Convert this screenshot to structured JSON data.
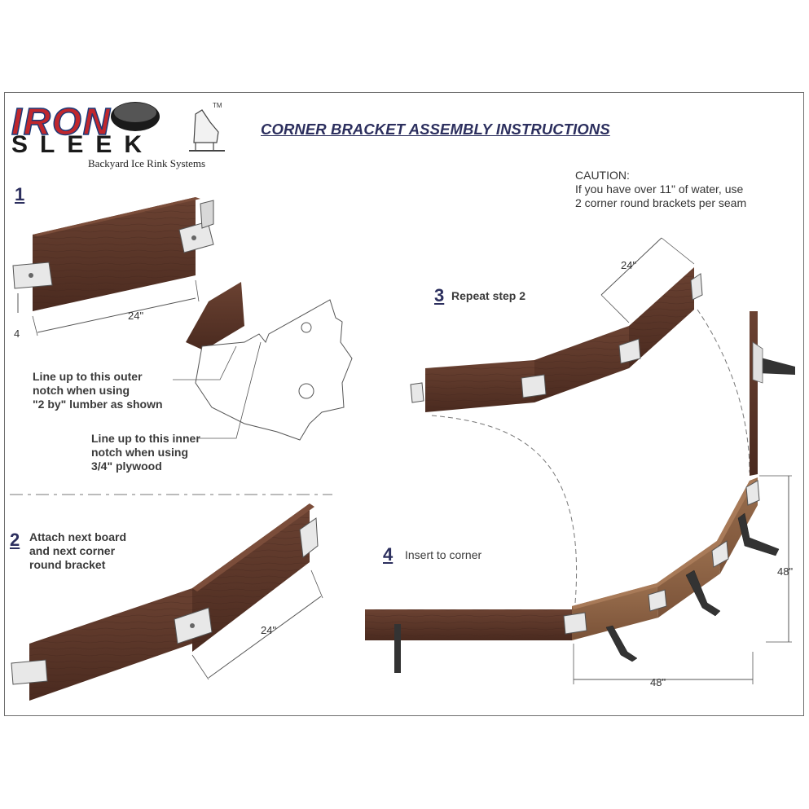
{
  "brand": {
    "logo_top": "IRON",
    "logo_bottom": "SLEEK",
    "trademark": "TM",
    "tagline": "Backyard Ice Rink Systems"
  },
  "title": "CORNER BRACKET ASSEMBLY INSTRUCTIONS",
  "caution": {
    "line1": "CAUTION:",
    "line2": "If you have over 11\" of water, use",
    "line3": "2 corner round brackets per seam"
  },
  "step1": {
    "number": "1",
    "dim_length": "24\"",
    "dim_height": "4",
    "outer_line1": "Line up to this outer",
    "outer_line2": "notch when using",
    "outer_line3": "\"2 by\" lumber as shown",
    "inner_line1": "Line up to this inner",
    "inner_line2": "notch when using",
    "inner_line3": "3/4\" plywood"
  },
  "step2": {
    "number": "2",
    "line1": "Attach next board",
    "line2": "and next corner",
    "line3": "round bracket",
    "dim_length": "24\""
  },
  "step3": {
    "number": "3",
    "label": "Repeat step 2",
    "dim_length": "24\""
  },
  "step4": {
    "number": "4",
    "label": "Insert to corner",
    "dim_vertical": "48\"",
    "dim_horizontal": "48\""
  },
  "colors": {
    "title": "#2c2f5e",
    "board_dark": "#5b3628",
    "board_light": "#8a6245",
    "logo_red": "#c0272d",
    "logo_blue": "#1d3a78"
  }
}
